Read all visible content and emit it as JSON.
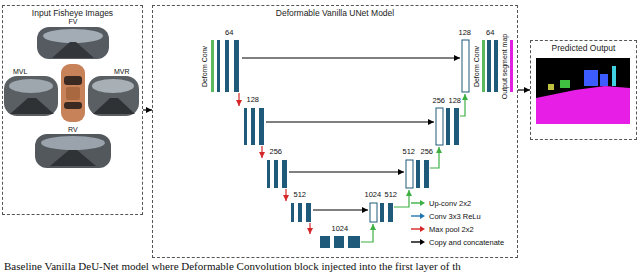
{
  "diagram": {
    "caption": "Baseline Vanilla DeU-Net model where Deformable Convolution block injected into the first layer of th",
    "nodes": [
      {
        "text": [
          "Input Fisheye Images"
        ]
      },
      {
        "text": [
          "Deformable Vanilla UNet Model"
        ]
      },
      {
        "text": [
          "Predicted Output"
        ]
      }
    ],
    "edges": [
      {
        "from": 0,
        "to": 1,
        "arrow": "to"
      },
      {
        "from": 1,
        "to": 2,
        "arrow": "to"
      }
    ],
    "labels": [
      "FV",
      "MVL",
      "MVR",
      "RV",
      "Deform Conv",
      "64",
      "128",
      "256",
      "512",
      "1024",
      "1024",
      "512",
      "512",
      "256",
      "256",
      "128",
      "128",
      "64",
      "Deform Conv",
      "Output segment map"
    ],
    "legend": [
      {
        "text": "Up-conv 2x2"
      },
      {
        "text": "Conv 3x3 ReLu"
      },
      {
        "text": "Max pool 2x2"
      },
      {
        "text": "Copy and concatenate"
      }
    ]
  }
}
